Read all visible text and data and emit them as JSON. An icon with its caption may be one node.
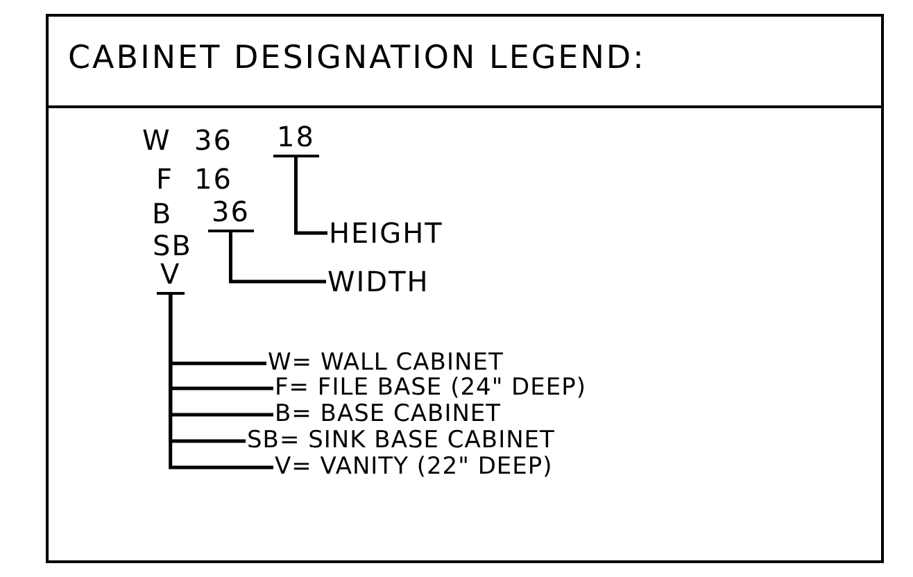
{
  "diagram": {
    "title": "CABINET DESIGNATION LEGEND:",
    "nodes": [
      {
        "text": [
          "18"
        ]
      },
      {
        "text": [
          "36"
        ]
      },
      {
        "text": [
          "V"
        ]
      },
      {
        "text": [
          "HEIGHT"
        ]
      },
      {
        "text": [
          "WIDTH"
        ]
      },
      {
        "text": [
          "W= WALL CABINET"
        ]
      },
      {
        "text": [
          "F= FILE BASE (24\" DEEP)"
        ]
      },
      {
        "text": [
          "B= BASE CABINET"
        ]
      },
      {
        "text": [
          "SB= SINK BASE CABINET"
        ]
      },
      {
        "text": [
          "V= VANITY (22\" DEEP)"
        ]
      }
    ],
    "edges": [
      {
        "from": 0,
        "to": 3,
        "arrow": "none"
      },
      {
        "from": 1,
        "to": 4,
        "arrow": "none"
      },
      {
        "from": 2,
        "to": 5,
        "arrow": "none"
      },
      {
        "from": 2,
        "to": 6,
        "arrow": "none"
      },
      {
        "from": 2,
        "to": 7,
        "arrow": "none"
      },
      {
        "from": 2,
        "to": 8,
        "arrow": "none"
      },
      {
        "from": 2,
        "to": 9,
        "arrow": "none"
      }
    ],
    "labels": [
      "W",
      "36",
      "F",
      "16",
      "B",
      "SB"
    ]
  }
}
